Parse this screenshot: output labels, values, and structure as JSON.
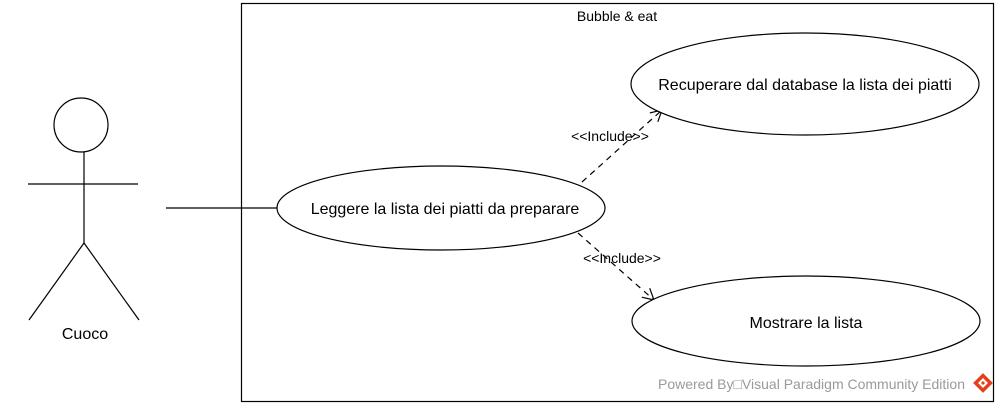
{
  "system": {
    "name": "Bubble & eat"
  },
  "actor": {
    "name": "Cuoco"
  },
  "use_cases": {
    "main": "Leggere la lista dei piatti da preparare",
    "fetch": "Recuperare dal database la lista dei piatti",
    "show": "Mostrare la lista"
  },
  "relations": {
    "include_fetch": "<<Include>>",
    "include_show": "<<Include>>"
  },
  "watermark": {
    "text": "Powered By□Visual Paradigm Community Edition",
    "logo_icon": "visual-paradigm-logo-icon",
    "logo_color": "#e2401c"
  }
}
